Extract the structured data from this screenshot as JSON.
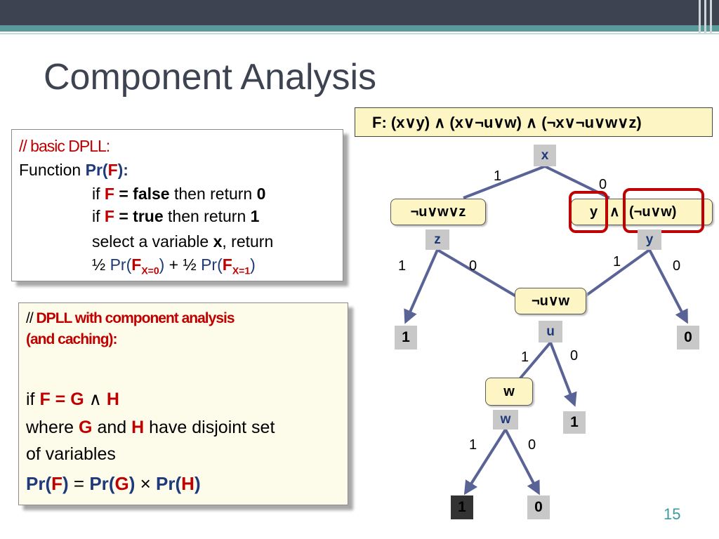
{
  "slide": {
    "title": "Component Analysis",
    "page_number": "15"
  },
  "box1": {
    "comment": "// basic DPLL:",
    "func_prefix": "Function ",
    "func_pr": "Pr",
    "func_open": "(",
    "func_f": "F",
    "func_close": "):",
    "l1_if": "if ",
    "l1_f": "F",
    "l1_eq": " = false",
    "l1_then": " then return ",
    "l1_val": "0",
    "l2_if": "if ",
    "l2_f": "F",
    "l2_eq": " = true",
    "l2_then": " then return ",
    "l2_val": "1",
    "l3_text": "select a variable ",
    "l3_x": "x",
    "l3_ret": ", return",
    "l4_half1": "½ ",
    "l4_pr1": "Pr",
    "l4_open1": "(",
    "l4_f1": "F",
    "l4_sub1": "X=0",
    "l4_close1": ")",
    "l4_plus": " +  ",
    "l4_half2": "½ ",
    "l4_pr2": "Pr",
    "l4_open2": "(",
    "l4_f2": "F",
    "l4_sub2": "X=1",
    "l4_close2": ")"
  },
  "box2": {
    "comment_slash": "// ",
    "comment_text": "DPLL with component analysis",
    "comment_text2": "(and caching):",
    "if_word": "if ",
    "f": "F",
    "eq": " = ",
    "g": "G",
    "and": " ∧ ",
    "h": "H",
    "where": "where ",
    "g2": "G",
    "and2": " and ",
    "h2": "H",
    "rest": " have disjoint set",
    "rest2": "of variables",
    "pr1": "Pr",
    "o1": "(",
    "f3": "F",
    "c1": ")",
    "eqsign": " = ",
    "pr2": "Pr",
    "o2": "(",
    "g3": "G",
    "c2": ")",
    "times": " × ",
    "pr3": "Pr",
    "o3": "(",
    "h3": "H",
    "c3": ")"
  },
  "formula": {
    "text": "F: (x∨y) ∧ (x∨¬u∨w) ∧ (¬x∨¬u∨w∨z)"
  },
  "tree": {
    "root": "x",
    "edge_x1": "1",
    "edge_x0": "0",
    "left_clause": "¬u∨w∨z",
    "right_y": "y",
    "right_and": "∧",
    "right_clause": "(¬u∨w)",
    "z_node": "z",
    "y_node": "y",
    "edge_z1": "1",
    "edge_z0": "0",
    "edge_y1": "1",
    "edge_y0": "0",
    "leaf_z1": "1",
    "leaf_y0": "0",
    "mid_clause": "¬u∨w",
    "u_node": "u",
    "edge_u1": "1",
    "edge_u0": "0",
    "w_clause": "w",
    "w_node": "w",
    "leaf_u0": "1",
    "edge_w1": "1",
    "edge_w0": "0",
    "leaf_w1": "1",
    "leaf_w0": "0"
  },
  "colors": {
    "red": "#c00000",
    "navy": "#1f3a7a",
    "arrow": "#5a6396",
    "teal": "#5a9a9b",
    "clause_fill": "#fdf6c4"
  }
}
